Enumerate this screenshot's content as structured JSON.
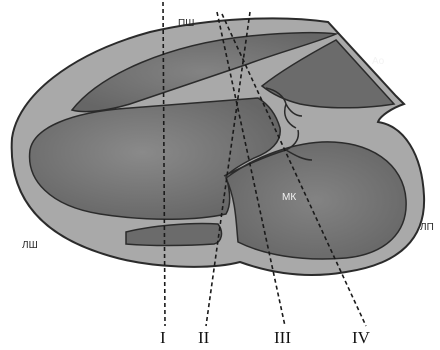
{
  "labels": {
    "pw": "ПШ",
    "ao": "Ао",
    "mk": "МК",
    "lsh": "ЛШ",
    "lp": "ЛП",
    "i": "I",
    "ii": "II",
    "iii": "III",
    "iv": "IV"
  },
  "colors": {
    "background": "#ffffff",
    "outline": "#2b2b2b",
    "wall": "#a9a9a9",
    "cavity": "#6b6b6b",
    "cavity_highlight": "#8a8a8a",
    "scan_line": "#1a1a1a"
  }
}
